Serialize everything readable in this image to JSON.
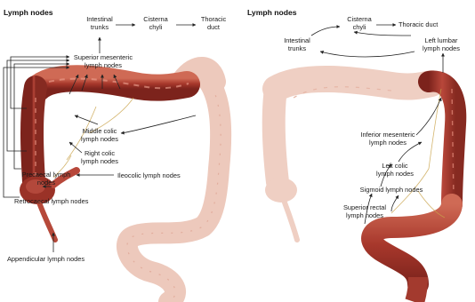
{
  "left_panel": {
    "title": "Lymph nodes",
    "top_flow": [
      "Intestinal trunks",
      "Cisterna chyli",
      "Thoracic duct"
    ],
    "labels": {
      "intestinal_trunks": [
        "Intestinal",
        "trunks"
      ],
      "cisterna_chyli": [
        "Cisterna",
        "chyli"
      ],
      "thoracic_duct": [
        "Thoracic",
        "duct"
      ],
      "superior_mesenteric": [
        "Superior mesenteric",
        "lymph nodes"
      ],
      "middle_colic": [
        "Middle colic",
        "lymph nodes"
      ],
      "right_colic": [
        "Right colic",
        "lymph nodes"
      ],
      "precaecal": [
        "Precaecal lymph",
        "nodes"
      ],
      "ileocolic": "Ileocolic lymph nodes",
      "retrocaecal": "Retrocaecal lymph nodes",
      "appendicular": "Appendicular lymph nodes"
    }
  },
  "right_panel": {
    "title": "Lymph nodes",
    "labels": {
      "cisterna_chyli": [
        "Cisterna",
        "chyli"
      ],
      "thoracic_duct": "Thoracic duct",
      "intestinal_trunks": [
        "Intestinal",
        "trunks"
      ],
      "left_lumbar": [
        "Left lumbar",
        "lymph nodes"
      ],
      "inferior_mesenteric": [
        "Inferior mesenteric",
        "lymph nodes"
      ],
      "left_colic": [
        "Left colic",
        "lymph nodes"
      ],
      "sigmoid": "Sigmoid lymph nodes",
      "superior_rectal": [
        "Superior rectal",
        "lymph nodes"
      ]
    }
  },
  "colors": {
    "colon_dark": "#8e2a22",
    "colon_mid": "#b9473a",
    "colon_light": "#d67a66",
    "colon_faded": "#ecc4b6",
    "colon_faded_edge": "#e3ab9b"
  }
}
